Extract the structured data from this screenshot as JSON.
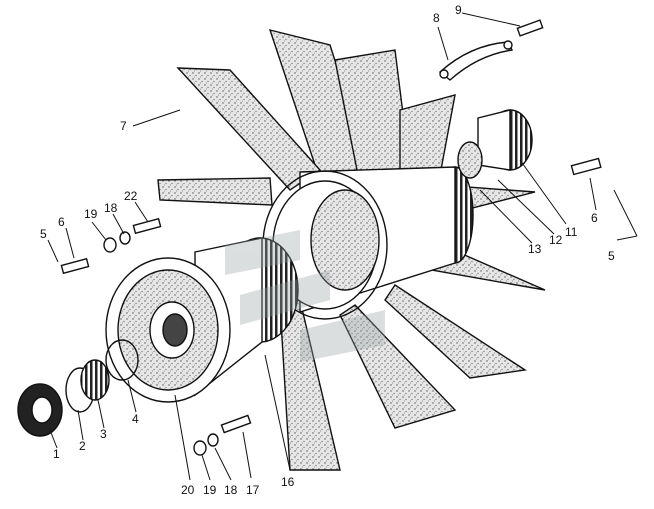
{
  "diagram": {
    "callouts": [
      {
        "id": "c1",
        "label": "1"
      },
      {
        "id": "c2",
        "label": "2"
      },
      {
        "id": "c3",
        "label": "3"
      },
      {
        "id": "c4",
        "label": "4"
      },
      {
        "id": "c5a",
        "label": "5"
      },
      {
        "id": "c5b",
        "label": "5"
      },
      {
        "id": "c6a",
        "label": "6"
      },
      {
        "id": "c6b",
        "label": "6"
      },
      {
        "id": "c7",
        "label": "7"
      },
      {
        "id": "c8",
        "label": "8"
      },
      {
        "id": "c9",
        "label": "9"
      },
      {
        "id": "c11",
        "label": "11"
      },
      {
        "id": "c12",
        "label": "12"
      },
      {
        "id": "c13",
        "label": "13"
      },
      {
        "id": "c16",
        "label": "16"
      },
      {
        "id": "c17",
        "label": "17"
      },
      {
        "id": "c18a",
        "label": "18"
      },
      {
        "id": "c18b",
        "label": "18"
      },
      {
        "id": "c19a",
        "label": "19"
      },
      {
        "id": "c19b",
        "label": "19"
      },
      {
        "id": "c20",
        "label": "20"
      },
      {
        "id": "c22",
        "label": "22"
      }
    ],
    "colors": {
      "ink": "#111111",
      "blade_fill": "#d9d9d9",
      "paper": "#ffffff",
      "watermark": "#9aa3a3"
    }
  }
}
